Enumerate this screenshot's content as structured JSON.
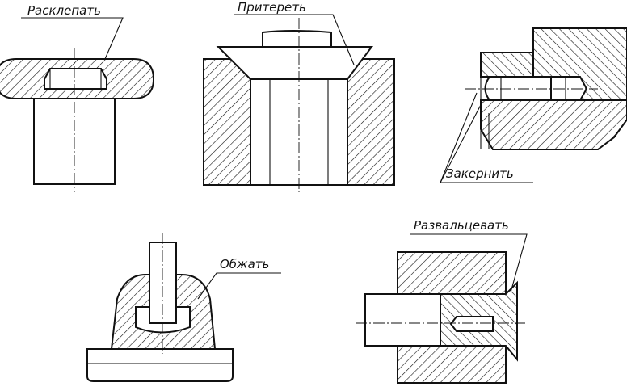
{
  "labels": {
    "raskl": "Расклепать",
    "priter": "Притереть",
    "zaker": "Закернить",
    "obzhat": "Обжать",
    "razval": "Развальцевать"
  }
}
